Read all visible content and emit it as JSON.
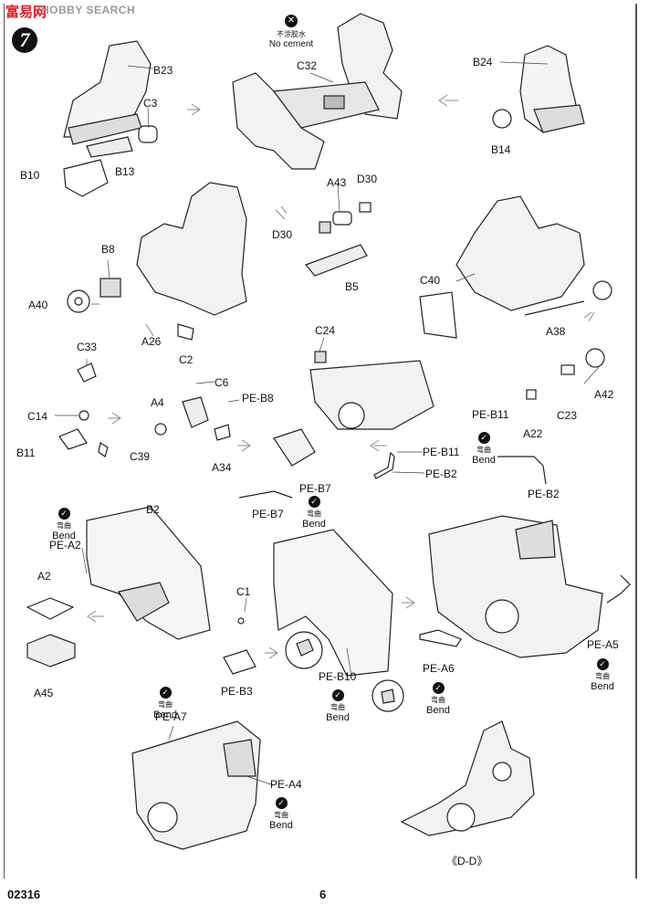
{
  "watermark": {
    "brand": "富易网",
    "site": "HOBBY SEARCH"
  },
  "step_number": "7",
  "no_cement": {
    "icon": "no-cement-icon",
    "cn": "不涂胶水",
    "en": "No cement"
  },
  "bend_note": {
    "icon": "check-icon",
    "cn": "弯曲",
    "en": "Bend"
  },
  "labels": {
    "b23": "B23",
    "c3": "C3",
    "b10": "B10",
    "b13": "B13",
    "c32": "C32",
    "b24": "B24",
    "b14": "B14",
    "b8": "B8",
    "a40": "A40",
    "a26": "A26",
    "c2": "C2",
    "a43": "A43",
    "d30_top": "D30",
    "d30_left": "D30",
    "b5": "B5",
    "c40": "C40",
    "a38": "A38",
    "c33": "C33",
    "c14": "C14",
    "b11": "B11",
    "c39": "C39",
    "a4": "A4",
    "c6": "C6",
    "pe_b8": "PE-B8",
    "a34": "A34",
    "c24": "C24",
    "pe_b7_top": "PE-B7",
    "pe_b7_line": "PE-B7",
    "pe_b11_part": "PE-B11",
    "pe_b2_part": "PE-B2",
    "a42": "A42",
    "c23": "C23",
    "a22": "A22",
    "pe_b11_diag": "PE-B11",
    "pe_b2_diag": "PE-B2",
    "pe_a2": "PE-A2",
    "b2": "B2",
    "a2": "A2",
    "a45": "A45",
    "c1": "C1",
    "pe_b3": "PE-B3",
    "pe_b10": "PE-B10",
    "pe_a6": "PE-A6",
    "pe_a5": "PE-A5",
    "pe_a7": "PE-A7",
    "pe_a4": "PE-A4"
  },
  "section_label": "《D-D》",
  "footer": {
    "code": "02316",
    "page": "6"
  }
}
